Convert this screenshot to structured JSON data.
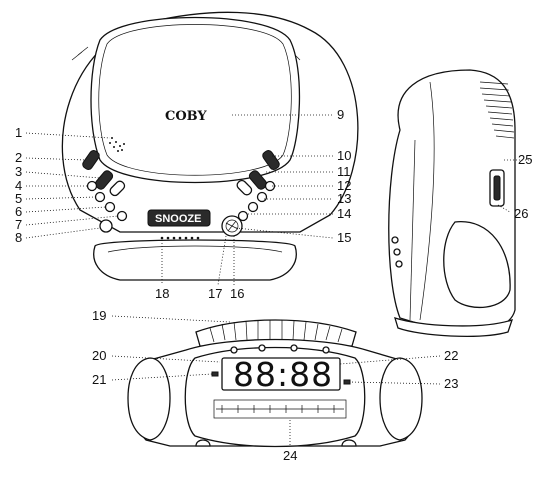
{
  "brand": "COBY",
  "snooze_label": "SNOOZE",
  "display_digits": "88:88",
  "callouts": {
    "c1": "1",
    "c2": "2",
    "c3": "3",
    "c4": "4",
    "c5": "5",
    "c6": "6",
    "c7": "7",
    "c8": "8",
    "c9": "9",
    "c10": "10",
    "c11": "11",
    "c12": "12",
    "c13": "13",
    "c14": "14",
    "c15": "15",
    "c16": "16",
    "c17": "17",
    "c18": "18",
    "c19": "19",
    "c20": "20",
    "c21": "21",
    "c22": "22",
    "c23": "23",
    "c24": "24",
    "c25": "25",
    "c26": "26"
  },
  "icons": {
    "front_view": "cd-clock-radio-top-view",
    "side_view": "cd-clock-radio-side-view",
    "bottom_view": "cd-clock-radio-front-view"
  }
}
